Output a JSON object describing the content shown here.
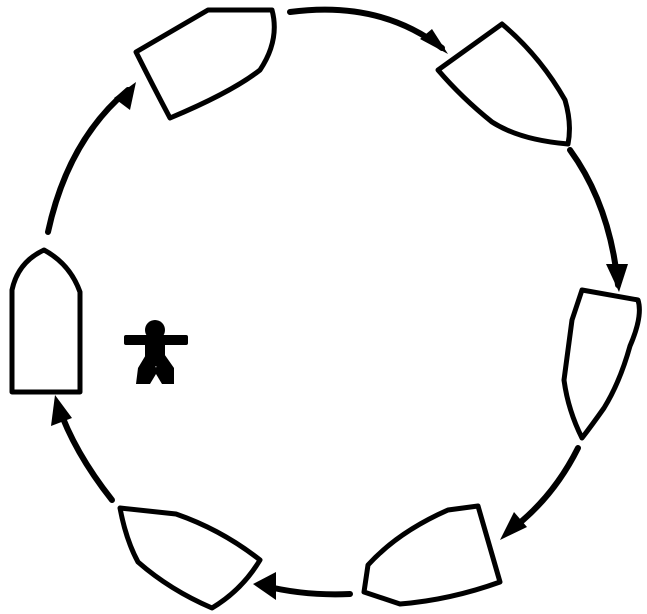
{
  "diagram": {
    "type": "circular-flow",
    "node_count": 6,
    "node_shape": "boat",
    "arrow_direction": "clockwise",
    "center_marker": "person-figure"
  },
  "colors": {
    "background": "#ffffff",
    "ink": "#000000"
  }
}
